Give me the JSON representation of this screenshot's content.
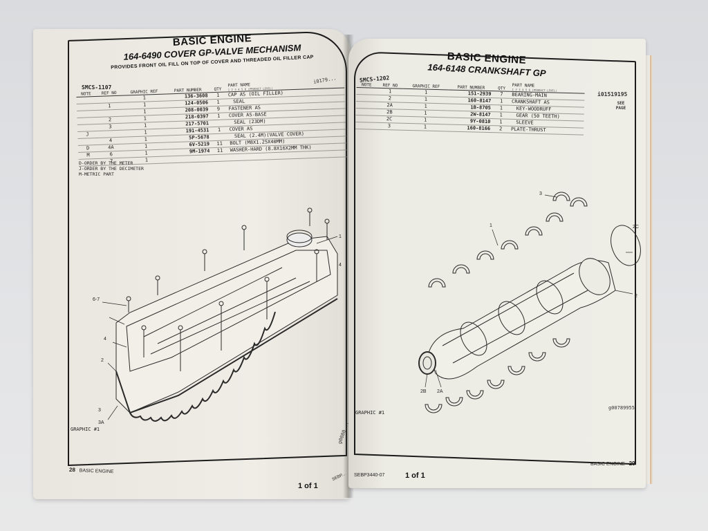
{
  "left_page": {
    "section_title": "BASIC ENGINE",
    "group_title": "164-6490 COVER GP-VALVE MECHANISM",
    "group_subtitle": "PROVIDES FRONT OIL FILL ON TOP OF COVER AND THREADED OIL FILLER CAP",
    "smcs": "SMCS-1107",
    "illustration_code": "i0179...",
    "columns": {
      "note": "NOTE",
      "ref_no": "REF NO",
      "graphic_ref": "GRAPHIC REF",
      "part_number": "PART NUMBER",
      "qty": "QTY",
      "part_name": "PART NAME",
      "product_level": "1 2 3 4 5 6 (PRODUCT LEVEL)"
    },
    "rows": [
      {
        "note": "",
        "ref": "",
        "graphic": "1",
        "part_number": "136-3608",
        "qty": "1",
        "name": "CAP AS (OIL FILLER)",
        "indent": false
      },
      {
        "note": "",
        "ref": "1",
        "graphic": "1",
        "part_number": "124-0506",
        "qty": "1",
        "name": "SEAL",
        "indent": true
      },
      {
        "note": "",
        "ref": "",
        "graphic": "1",
        "part_number": "208-0039",
        "qty": "9",
        "name": "FASTENER AS",
        "indent": false
      },
      {
        "note": "",
        "ref": "2",
        "graphic": "1",
        "part_number": "218-0397",
        "qty": "1",
        "name": "COVER AS-BASE",
        "indent": false
      },
      {
        "note": "",
        "ref": "3",
        "graphic": "1",
        "part_number": "217-5701",
        "qty": "",
        "name": "SEAL (23DM)",
        "indent": true
      },
      {
        "note": "J",
        "ref": "",
        "graphic": "1",
        "part_number": "191-4531",
        "qty": "1",
        "name": "COVER AS",
        "indent": false
      },
      {
        "note": "",
        "ref": "4",
        "graphic": "1",
        "part_number": "5P-5678",
        "qty": "",
        "name": "SEAL (2.4M)(VALVE COVER)",
        "indent": true
      },
      {
        "note": "D",
        "ref": "4A",
        "graphic": "1",
        "part_number": "6V-5219",
        "qty": "11",
        "name": "BOLT (M8X1.25X40MM)",
        "indent": false
      },
      {
        "note": "M",
        "ref": "6",
        "graphic": "1",
        "part_number": "9M-1974",
        "qty": "11",
        "name": "WASHER-HARD (8.8X16X2MM THK)",
        "indent": false
      },
      {
        "note": "",
        "ref": "7",
        "graphic": "1",
        "part_number": "",
        "qty": "",
        "name": "",
        "indent": false
      }
    ],
    "notes": [
      "D-ORDER BY THE METER",
      "J-ORDER BY THE DECIMETER",
      "M-METRIC PART"
    ],
    "callouts": [
      "1",
      "2",
      "3",
      "3A",
      "4",
      "4",
      "6-7"
    ],
    "graphic_label": "GRAPHIC #1",
    "side_code": "g0080...",
    "footer": {
      "page_number": "28",
      "section": "BASIC ENGINE",
      "page_count": "1 of 1",
      "doc_id": "SEBP..."
    }
  },
  "right_page": {
    "section_title": "BASIC ENGINE",
    "group_title": "164-6148 CRANKSHAFT GP",
    "smcs": "SMCS-1202",
    "illustration_code": "i01519195",
    "see_page": "SEE PAGE",
    "columns": {
      "note": "NOTE",
      "ref_no": "REF NO",
      "graphic_ref": "GRAPHIC REF",
      "part_number": "PART NUMBER",
      "qty": "QTY",
      "part_name": "PART NAME",
      "product_level": "1 2 3 4 5 6 (PRODUCT LEVEL)"
    },
    "rows": [
      {
        "note": "",
        "ref": "1",
        "graphic": "1",
        "part_number": "151-2939",
        "qty": "7",
        "name": "BEARING-MAIN",
        "indent": false
      },
      {
        "note": "",
        "ref": "2",
        "graphic": "1",
        "part_number": "160-8147",
        "qty": "1",
        "name": "CRANKSHAFT AS",
        "indent": false
      },
      {
        "note": "",
        "ref": "2A",
        "graphic": "1",
        "part_number": "1B-8705",
        "qty": "1",
        "name": "KEY-WOODRUFF",
        "indent": true
      },
      {
        "note": "",
        "ref": "2B",
        "graphic": "1",
        "part_number": "2W-8147",
        "qty": "1",
        "name": "GEAR (50 TEETH)",
        "indent": true
      },
      {
        "note": "",
        "ref": "2C",
        "graphic": "1",
        "part_number": "9Y-0810",
        "qty": "1",
        "name": "SLEEVE",
        "indent": true
      },
      {
        "note": "",
        "ref": "3",
        "graphic": "1",
        "part_number": "160-8166",
        "qty": "2",
        "name": "PLATE-THRUST",
        "indent": false
      }
    ],
    "callouts": [
      "1",
      "2",
      "2A",
      "2B",
      "2C",
      "3"
    ],
    "graphic_label": "GRAPHIC #1",
    "graphic_code": "g00789955",
    "footer": {
      "doc_id": "SEBP3440-07",
      "page_count": "1 of 1",
      "section": "BASIC ENGINE",
      "page_number": "29"
    }
  }
}
